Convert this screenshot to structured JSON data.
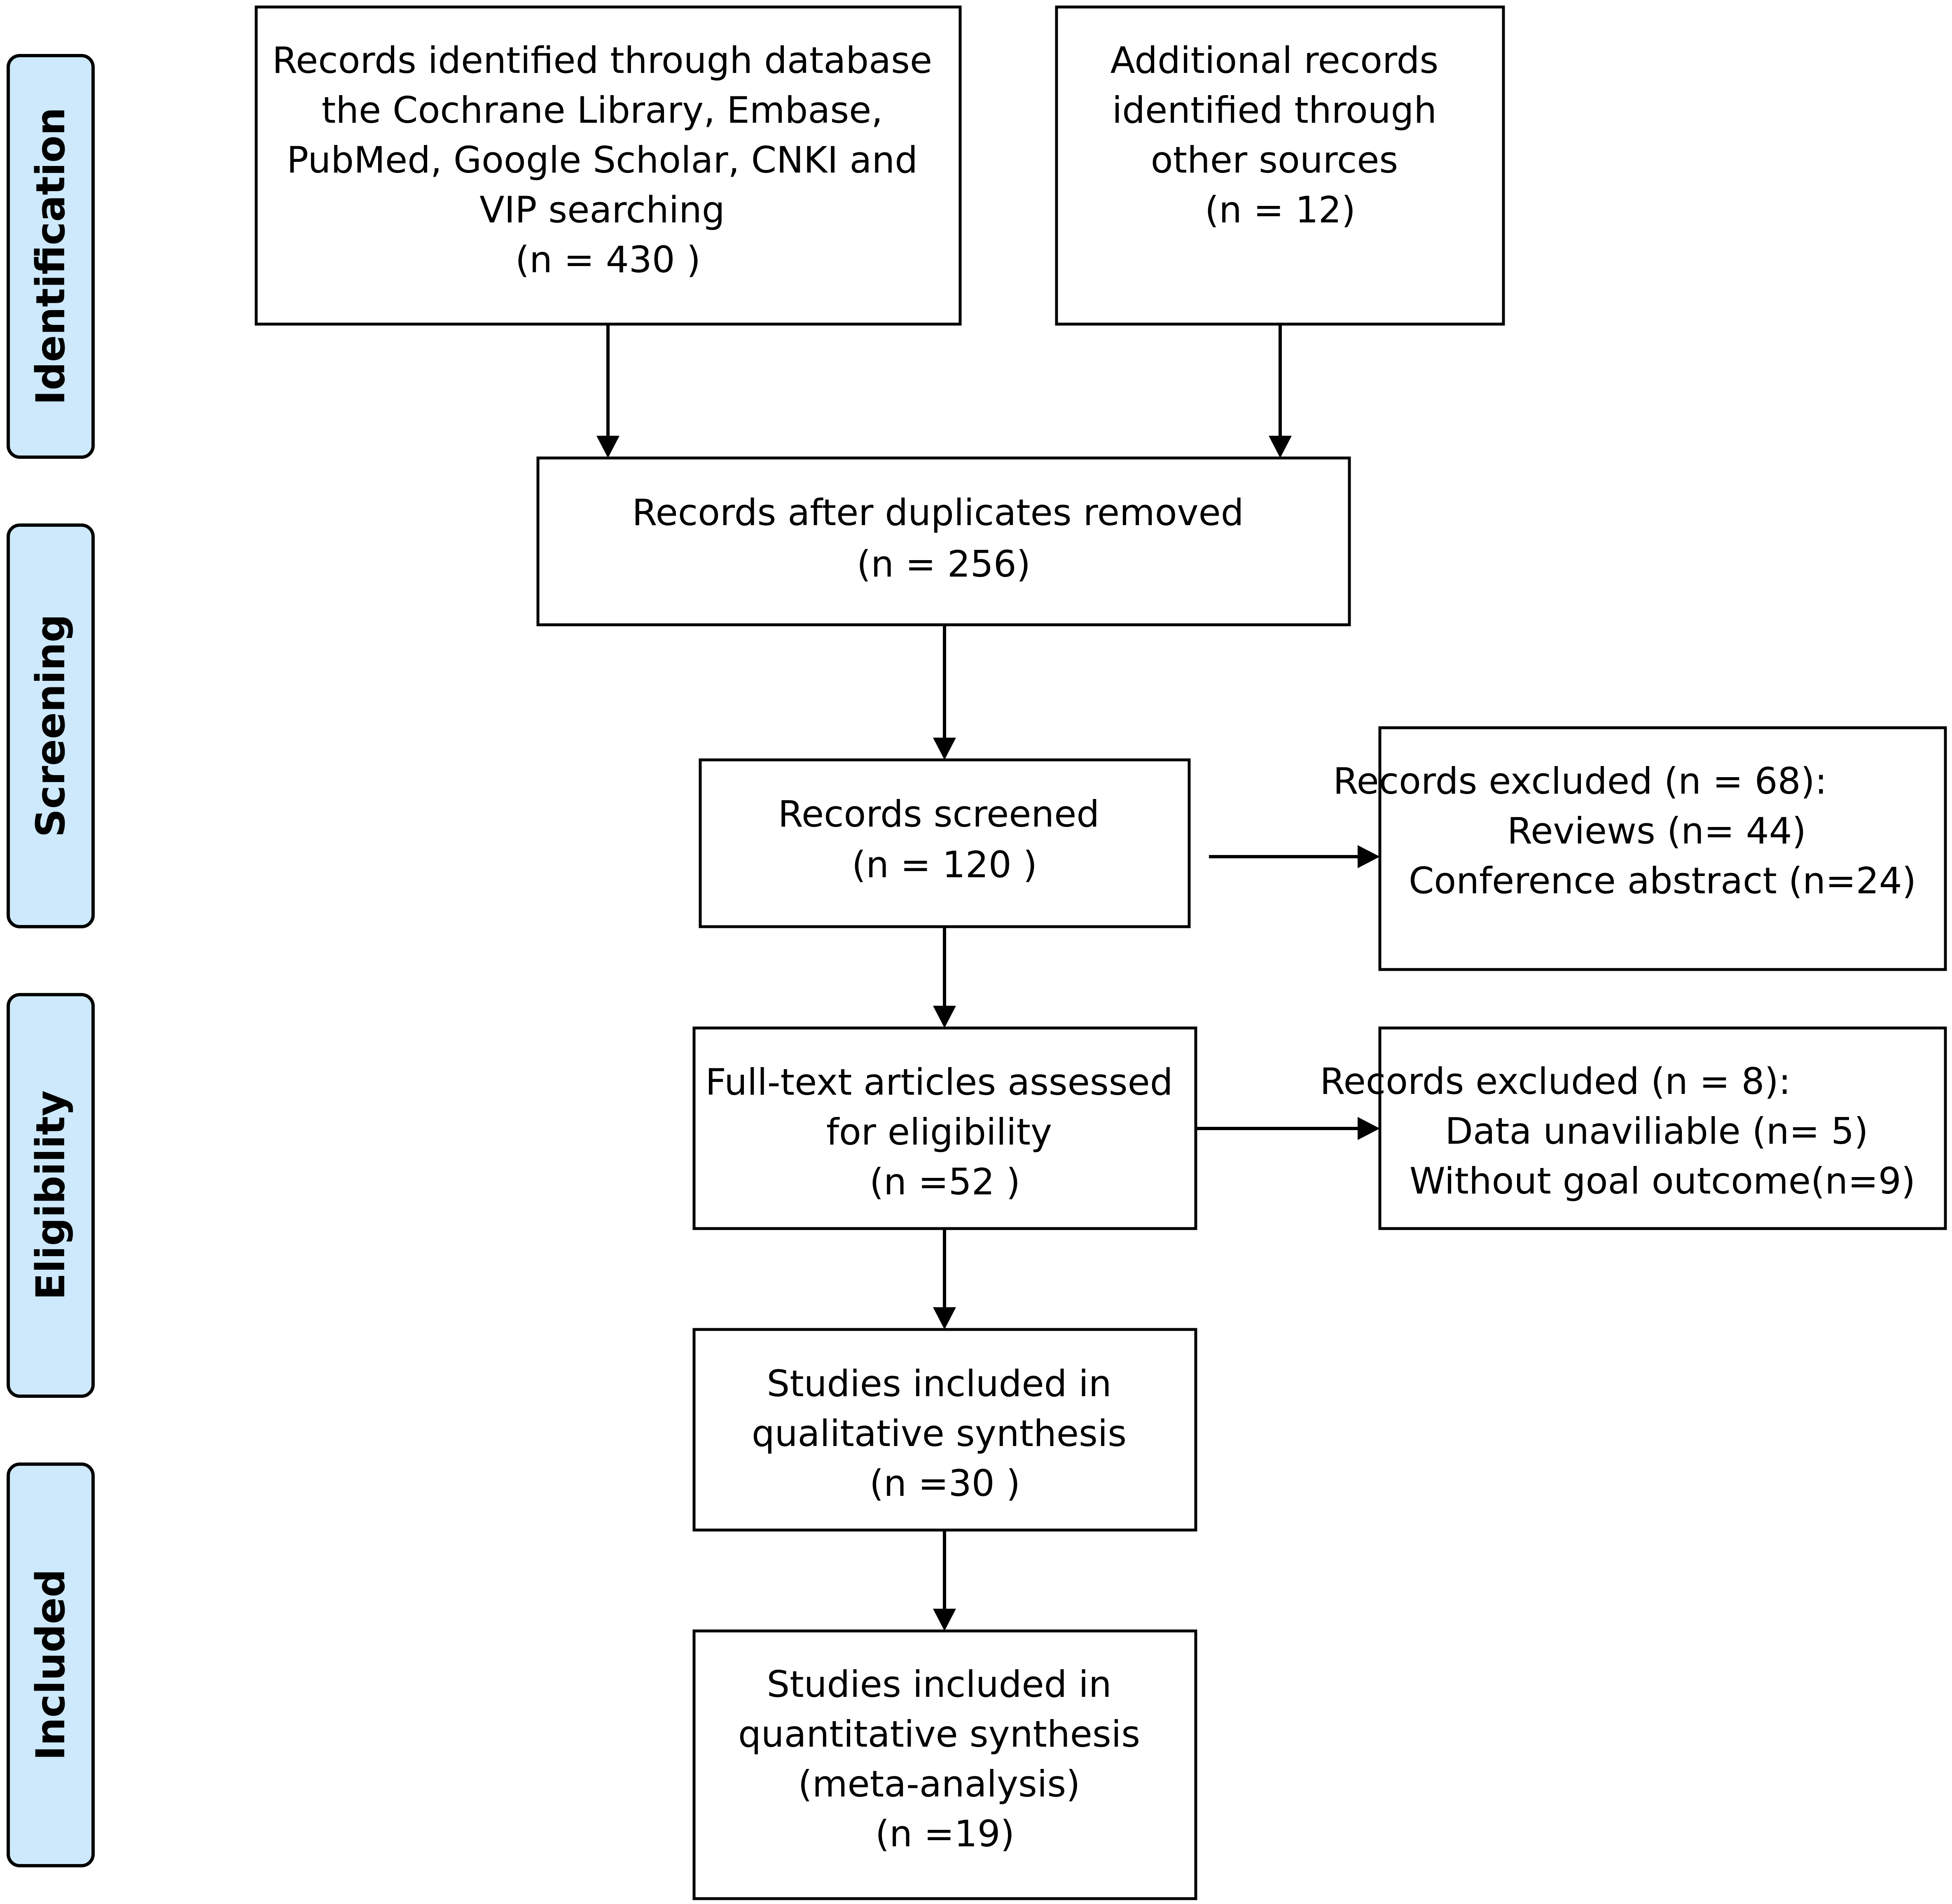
{
  "phases": {
    "identification": "Identification",
    "screening": "Screening",
    "eligibility": "Eligibility",
    "included": "Included"
  },
  "boxes": {
    "database_records": {
      "lines": [
        "Records identified through database",
        "the Cochrane Library, Embase,",
        "PubMed, Google Scholar, CNKI and",
        "VIP searching",
        "(n =  430 )"
      ]
    },
    "additional_records": {
      "lines": [
        "Additional records",
        "identified through",
        "other sources",
        "(n =  12)"
      ]
    },
    "after_duplicates": {
      "lines": [
        "Records after duplicates removed",
        "(n = 256)"
      ]
    },
    "screened": {
      "lines": [
        "Records screened",
        "(n =  120 )"
      ]
    },
    "excluded_screening": {
      "lines": [
        "Records excluded (n = 68):",
        "Reviews (n= 44)",
        "Conference abstract (n=24)"
      ]
    },
    "full_text": {
      "lines": [
        "Full-text articles assessed",
        "for eligibility",
        "(n =52 )"
      ]
    },
    "excluded_eligibility": {
      "lines": [
        "Records excluded (n = 8):",
        "Data unaviliable (n= 5)",
        "Without goal outcome(n=9)"
      ]
    },
    "qualitative": {
      "lines": [
        "Studies included in",
        "qualitative synthesis",
        "(n =30 )"
      ]
    },
    "quantitative": {
      "lines": [
        "Studies included in",
        "quantitative synthesis",
        "(meta-analysis)",
        "(n =19)"
      ]
    }
  },
  "colors": {
    "phase_fill": "#cde9fb",
    "stroke": "#000000",
    "box_fill": "#ffffff"
  }
}
